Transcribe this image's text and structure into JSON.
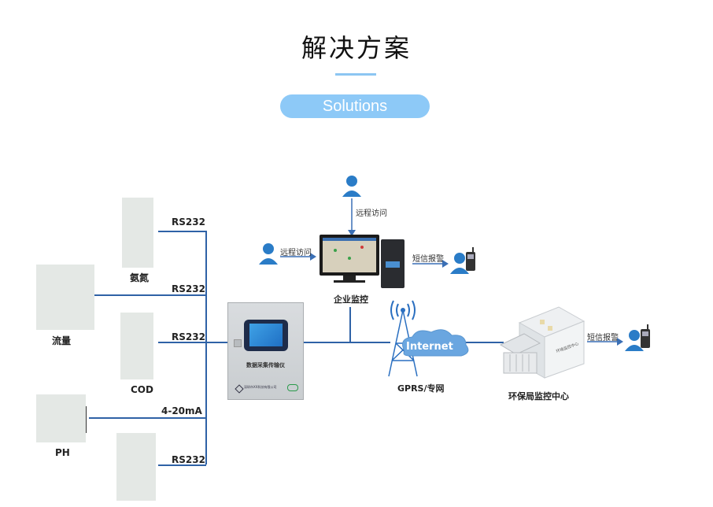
{
  "header": {
    "title": "解决方案",
    "subtitle_pill": "Solutions"
  },
  "colors": {
    "accent_light_blue": "#8dc9f7",
    "line_blue": "#2f62a6",
    "user_icon_blue": "#2a7cc7"
  },
  "sensors": [
    {
      "label": "氨氮",
      "interface": "RS232"
    },
    {
      "label": "流量",
      "interface": "RS232"
    },
    {
      "label": "COD",
      "interface": "RS232"
    },
    {
      "label": "PH",
      "interface": "4-20mA"
    },
    {
      "label": "",
      "interface": "RS232"
    }
  ],
  "data_logger": {
    "device_label": "数据采集传输仪",
    "maker_text": "深圳市XX科技有限公司"
  },
  "enterprise": {
    "label": "企业监控",
    "remote_access_top": "远程访问",
    "remote_access_left": "远程访问",
    "sms_alarm": "短信报警"
  },
  "network": {
    "cloud_label": "Internet",
    "tower_label": "GPRS/专网"
  },
  "epb_center": {
    "label": "环保局监控中心",
    "building_text": "环境监控中心",
    "sms_alarm": "短信报警"
  },
  "icons": {
    "user": "user-icon",
    "phone": "mobile-phone-icon",
    "computer": "desktop-computer-icon",
    "tower": "signal-tower-icon",
    "cloud": "cloud-icon",
    "building": "government-building-icon",
    "arrow": "arrow-icon"
  }
}
